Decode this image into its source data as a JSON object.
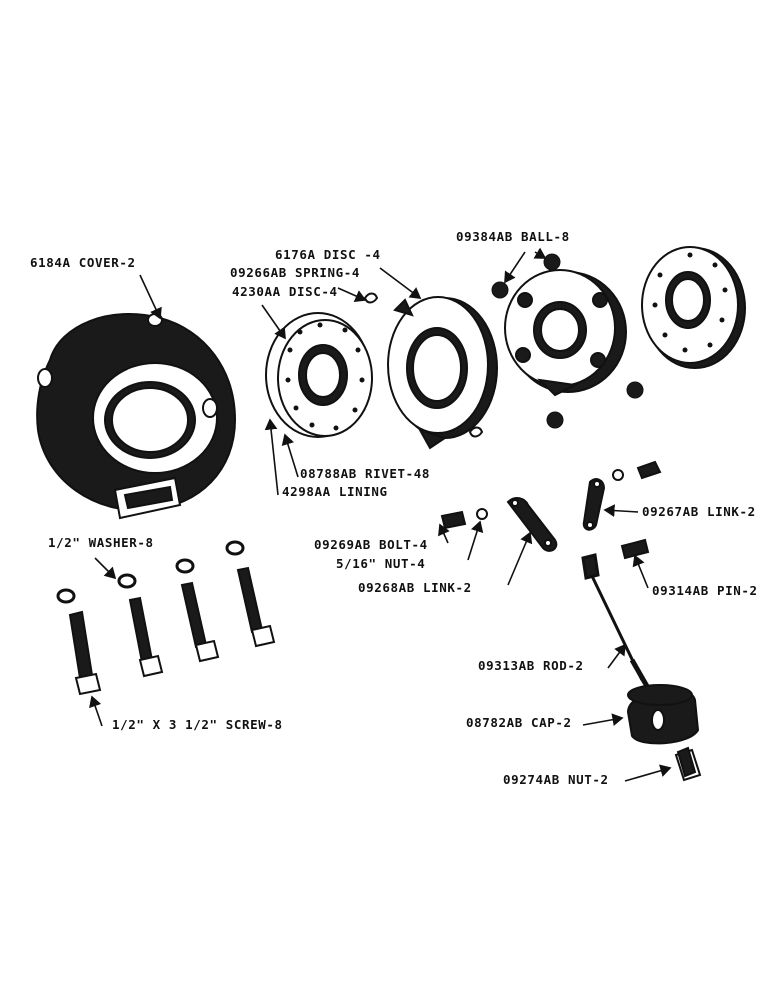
{
  "labels": {
    "cover": "6184A  COVER-2",
    "disc4230": "4230AA  DISC-4",
    "spring": "09266AB  SPRING-4",
    "disc6176": "6176A  DISC -4",
    "ball": "09384AB  BALL-8",
    "rivet": "08788AB  RIVET-48",
    "lining": "4298AA  LINING",
    "washer": "1/2\"  WASHER-8",
    "screw": "1/2\" X 3 1/2\" SCREW-8",
    "bolt": "09269AB  BOLT-4",
    "nut516": "5/16\" NUT-4",
    "link09268": "09268AB  LINK-2",
    "link09267": "09267AB  LINK-2",
    "pin": "09314AB  PIN-2",
    "rod": "09313AB  ROD-2",
    "cap": "08782AB  CAP-2",
    "nut09274": "09274AB  NUT-2"
  }
}
